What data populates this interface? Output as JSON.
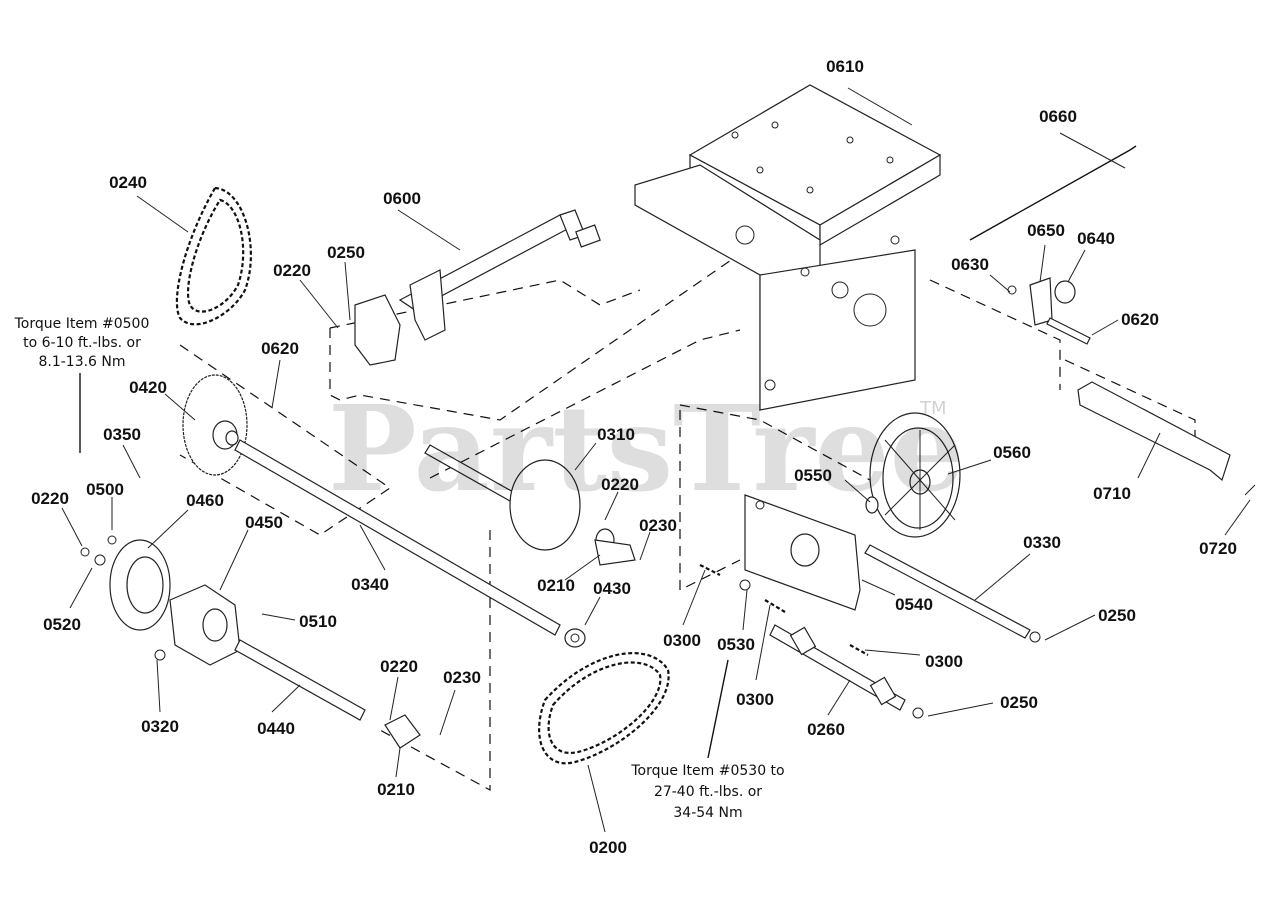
{
  "watermark": {
    "text": "PartsTree",
    "trademark": "TM"
  },
  "part_labels": [
    "0610",
    "0660",
    "0240",
    "0600",
    "0650",
    "0640",
    "0220",
    "0250",
    "0620",
    "0630",
    "0620",
    "0420",
    "0350",
    "0310",
    "0550",
    "0560",
    "0500",
    "0220",
    "0460",
    "0450",
    "0230",
    "0710",
    "0220",
    "0340",
    "0210",
    "0430",
    "0330",
    "0520",
    "0510",
    "0720",
    "0540",
    "0300",
    "0250",
    "0530",
    "0300",
    "0300",
    "0320",
    "0440",
    "0220",
    "0230",
    "0260",
    "0250",
    "0210",
    "0200"
  ],
  "notes": {
    "torque_0500": [
      "Torque Item #0500",
      "to 6-10 ft.-lbs. or",
      "8.1-13.6 Nm"
    ],
    "torque_0530": [
      "Torque Item #0530 to",
      "27-40 ft.-lbs. or",
      "34-54 Nm"
    ]
  }
}
